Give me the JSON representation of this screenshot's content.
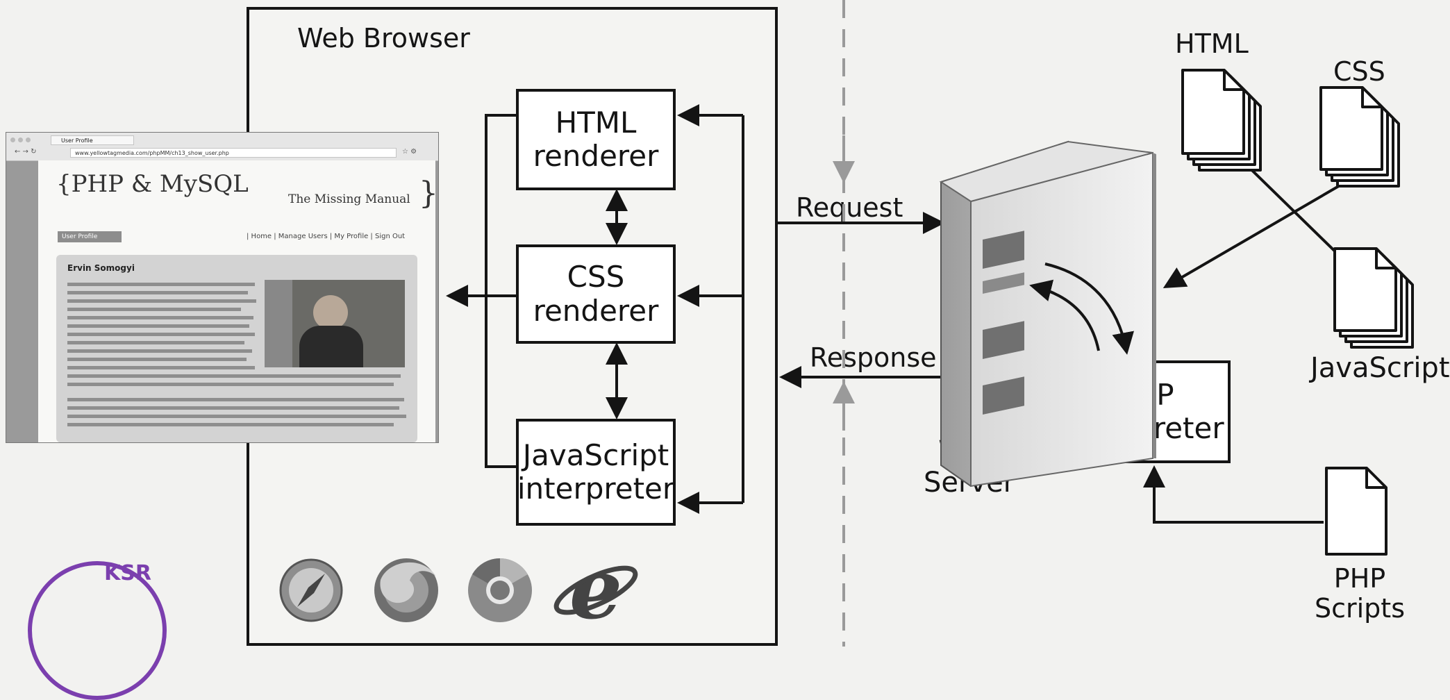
{
  "browser": {
    "title": "Web Browser"
  },
  "renderers": {
    "html": [
      "HTML",
      "renderer"
    ],
    "css": [
      "CSS",
      "renderer"
    ],
    "js": [
      "JavaScript",
      "interpreter"
    ]
  },
  "arrows": {
    "request": "Request",
    "response": "Response"
  },
  "server": {
    "label": [
      "Web",
      "Server"
    ]
  },
  "php": {
    "label": [
      "PHP",
      "interpreter"
    ]
  },
  "files": {
    "html": "HTML",
    "css": "CSS",
    "javascript": "JavaScript",
    "php_scripts": [
      "PHP",
      "Scripts"
    ]
  },
  "screenshot": {
    "tab": "User Profile",
    "url": "www.yellowtagmedia.com/phpMM/ch13_show_user.php",
    "title": "{PHP & MySQL",
    "subtitle": "The Missing Manual",
    "brace": "}",
    "tag": "User Profile",
    "nav": "| Home | Manage Users | My Profile | Sign Out",
    "name": "Ervin Somogyi"
  },
  "stamp": {
    "text": "KSR"
  },
  "colors": {
    "ink": "#141414",
    "dashed": "#9a9a9a",
    "stamp": "#7b3fae"
  }
}
